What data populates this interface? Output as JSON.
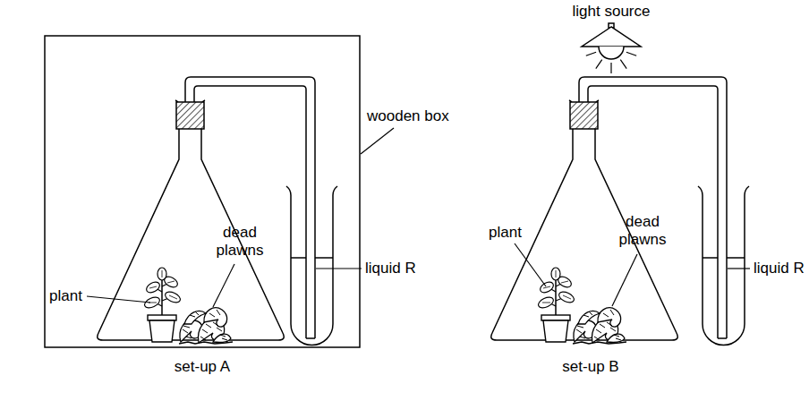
{
  "diagram": {
    "labels": [
      "light source",
      "wooden box",
      "plant",
      "dead plawns",
      "liquid R",
      "set-up A",
      "plant",
      "dead plawns",
      "liquid R",
      "set-up B"
    ]
  }
}
